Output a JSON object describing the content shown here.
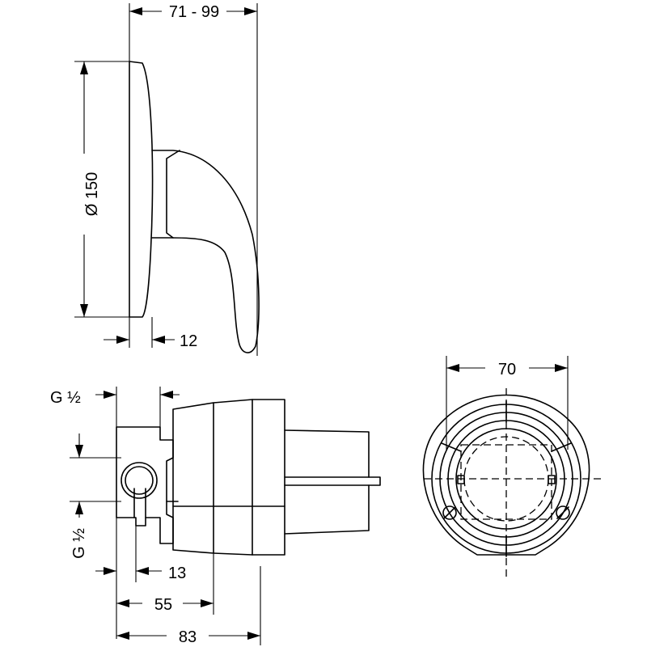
{
  "drawing": {
    "labels": {
      "dim_71_99": "71 - 99",
      "dim_150": "Ø 150",
      "dim_12": "12",
      "thread_top": "G ½",
      "thread_bottom": "G ½",
      "dim_13": "13",
      "dim_55": "55",
      "dim_83": "83",
      "dim_70": "70"
    }
  }
}
